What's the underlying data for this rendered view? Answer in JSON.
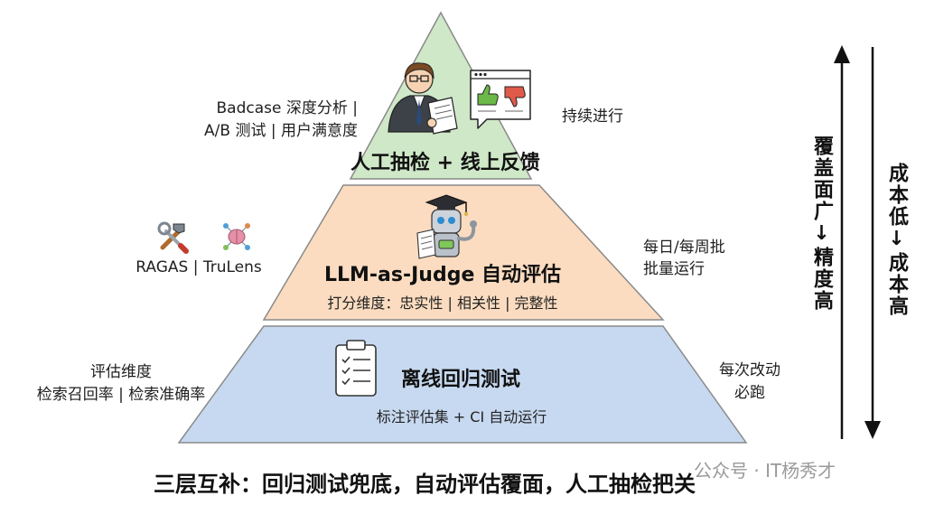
{
  "tiers": [
    {
      "title": "人工抽检 + 线上反馈",
      "left": [
        "Badcase 深度分析 |",
        "A/B 测试 | 用户满意度"
      ],
      "right": [
        "持续进行"
      ],
      "fill": "#cfe8c8",
      "icons": [
        "reviewer-person-icon",
        "thumbs-feedback-screen-icon"
      ]
    },
    {
      "title": "LLM-as-Judge 自动评估",
      "subtitle": "打分维度：忠实性 | 相关性 | 完整性",
      "left": [
        "RAGAS | TruLens"
      ],
      "right": [
        "每日/每周批",
        "批量运行"
      ],
      "fill": "#fbdcc0",
      "icons": [
        "robot-judge-icon",
        "tools-icon",
        "brain-network-icon"
      ]
    },
    {
      "title": "离线回归测试",
      "subtitle": "标注评估集 + CI 自动运行",
      "left": [
        "评估维度",
        "检索召回率 | 检索准确率"
      ],
      "right": [
        "每次改动",
        "必跑"
      ],
      "fill": "#c7d9f0",
      "icons": [
        "clipboard-checklist-icon"
      ]
    }
  ],
  "axes": {
    "left": "覆盖面广↓精度高",
    "right": "成本低↓成本高"
  },
  "caption": "三层互补：回归测试兜底，自动评估覆面，人工抽检把关",
  "watermark": "公众号 · IT杨秀才",
  "colors": {
    "outline": "#8a8a8a",
    "text": "#111111",
    "arrow": "#111111"
  }
}
